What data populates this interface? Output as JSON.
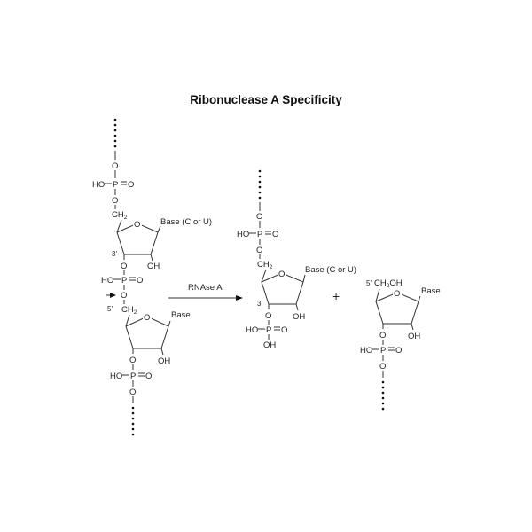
{
  "title": "Ribonuclease A Specificity",
  "enzyme": "RNAse A",
  "plus_sign": "+",
  "labels": {
    "O": "O",
    "P": "P",
    "HO": "HO",
    "OH": "OH",
    "CH": "CH",
    "two": "2",
    "CH2OH_CH": "CH",
    "CH2OH_OH": "OH",
    "base_cu": "Base (C or U)",
    "base": "Base",
    "three_prime": "3'",
    "five_prime": "5'"
  }
}
